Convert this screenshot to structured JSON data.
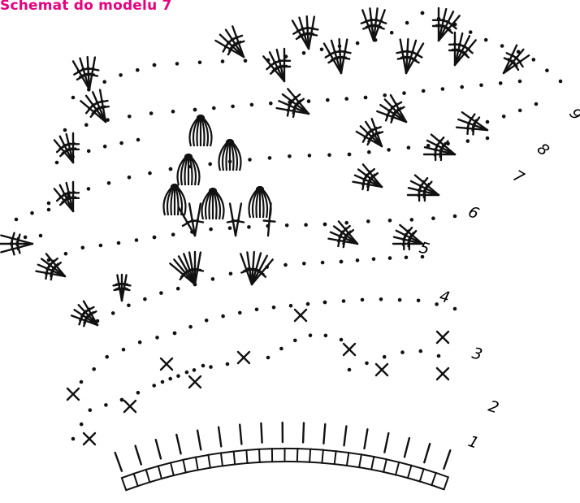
{
  "title": "Schemat do modelu 7",
  "title_color": "#e6007e",
  "ink_color": "#111111",
  "row_labels": [
    "1",
    "2",
    "3",
    "4",
    "5",
    "6",
    "7",
    "8",
    "9"
  ],
  "icons": [
    "chain-stitch-dot",
    "single-crochet-cross",
    "treble-crochet-symbol",
    "cluster-stitch-symbol",
    "foundation-chain-block"
  ]
}
